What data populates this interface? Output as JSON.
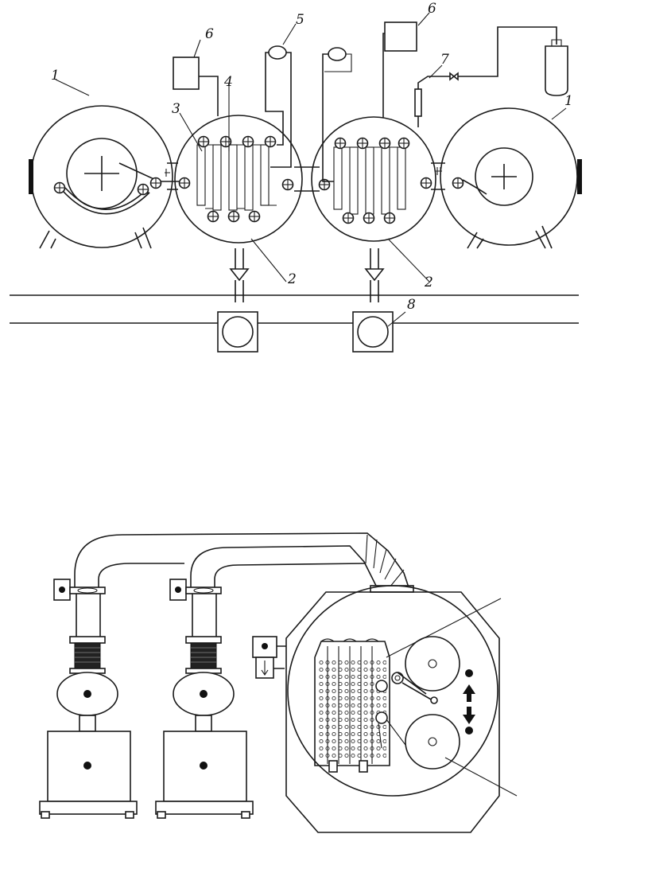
{
  "top_diagram": {
    "labels": [
      {
        "id": "unwind-chamber",
        "text": "1"
      },
      {
        "id": "rewind-chamber",
        "text": "1"
      },
      {
        "id": "coating-chamber-left",
        "text": "2"
      },
      {
        "id": "coating-chamber-right",
        "text": "2"
      },
      {
        "id": "roller-array",
        "text": "3"
      },
      {
        "id": "evaporation-source",
        "text": "4"
      },
      {
        "id": "power-supply",
        "text": "5"
      },
      {
        "id": "control-unit-left",
        "text": "6"
      },
      {
        "id": "control-unit-right",
        "text": "6"
      },
      {
        "id": "gas-inlet",
        "text": "7"
      },
      {
        "id": "vacuum-pump",
        "text": "8"
      }
    ]
  },
  "bottom_diagram": {
    "labels": [],
    "direction_arrows": [
      "up",
      "down"
    ]
  }
}
